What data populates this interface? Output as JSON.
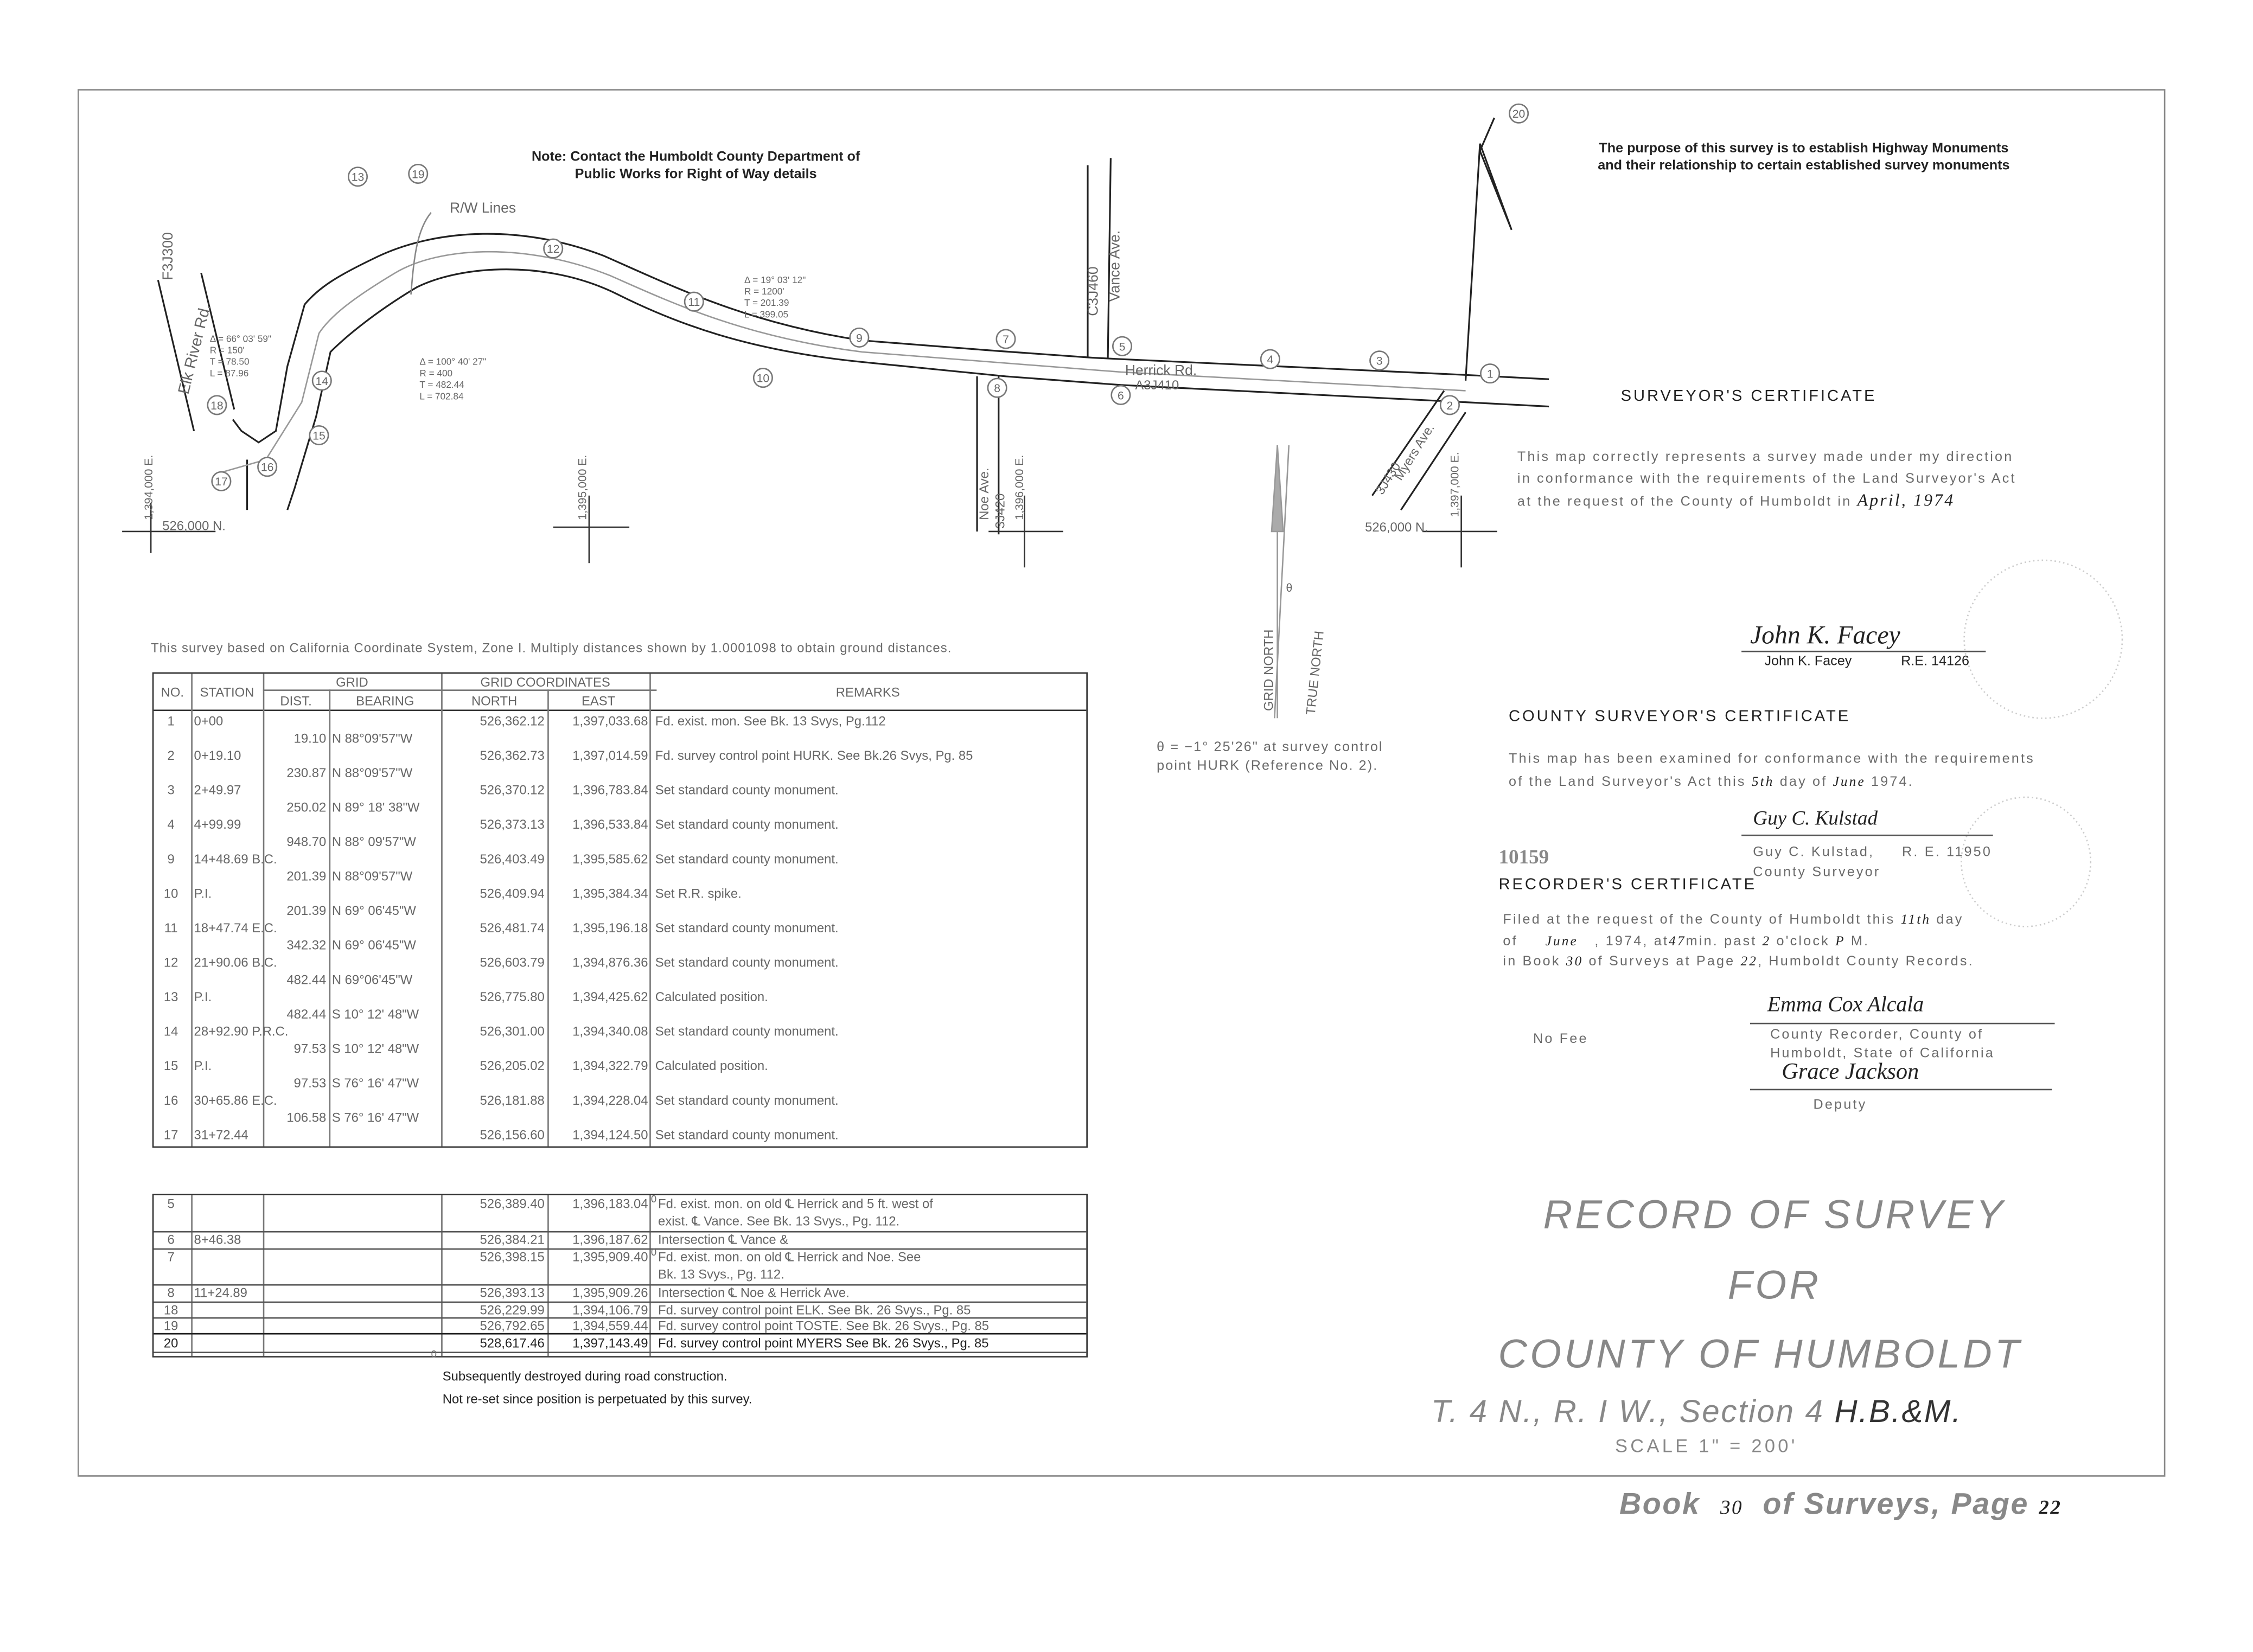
{
  "notes": {
    "row_note": [
      "Note: Contact the Humboldt County Department of",
      "Public Works for Right of Way details"
    ],
    "purpose": [
      "The purpose of this survey is to establish Highway Monuments",
      "and their relationship to certain established survey monuments"
    ],
    "basis": "This survey based on California Coordinate System, Zone I. Multiply distances shown by 1.0001098 to obtain ground distances.",
    "theta": [
      "θ = −1° 25'26\" at survey control",
      "point HURK (Reference No. 2)."
    ],
    "footnote_marker": "0",
    "footnotes": [
      "Subsequently destroyed during road construction.",
      "Not re-set since position is perpetuated by this survey."
    ]
  },
  "map": {
    "rw_lines": "R/W Lines",
    "elk_river": "Elk River Rd.",
    "elk_code": "F3J300",
    "vance": "Vance Ave.",
    "vance_code": "C3J460",
    "herrick": "Herrick Rd.",
    "herrick_code": "A3J410",
    "noe": "Noe Ave.",
    "noe_code": "3J420",
    "myers": "Myers Ave.",
    "myers_code": "3J430",
    "grid_north": "GRID NORTH",
    "true_north": "TRUE NORTH",
    "theta_symbol": "θ",
    "grid_labels": {
      "n526_left": "526,000 N.",
      "e1394": "1,394,000 E.",
      "e1395": "1,395,000 E.",
      "e1396": "1,396,000 E.",
      "e1397": "1,397,000 E.",
      "n526_right": "526,000 N."
    },
    "curves": [
      {
        "delta": "Δ = 66° 03' 59\"",
        "r": "R = 150'",
        "t": "T = 78.50",
        "l": "L = 87.96"
      },
      {
        "delta": "Δ = 100° 40' 27\"",
        "r": "R = 400",
        "t": "T = 482.44",
        "l": "L = 702.84"
      },
      {
        "delta": "Δ = 19° 03' 12\"",
        "r": "R = 1200'",
        "t": "T = 201.39",
        "l": "L = 399.05"
      }
    ],
    "monuments": [
      "1",
      "2",
      "3",
      "4",
      "5",
      "6",
      "7",
      "8",
      "9",
      "10",
      "11",
      "12",
      "13",
      "14",
      "15",
      "16",
      "17",
      "18",
      "19",
      "20"
    ]
  },
  "table1": {
    "headers": {
      "no": "NO.",
      "station": "STATION",
      "grid": "GRID",
      "dist": "DIST.",
      "bearing": "BEARING",
      "coords": "GRID COORDINATES",
      "north": "NORTH",
      "east": "EAST",
      "remarks": "REMARKS"
    },
    "stations": [
      {
        "no": "1",
        "station": "0+00",
        "north": "526,362.12",
        "east": "1,397,033.68",
        "remarks": "Fd. exist. mon.   See Bk. 13 Svys, Pg.112"
      },
      {
        "no": "2",
        "station": "0+19.10",
        "north": "526,362.73",
        "east": "1,397,014.59",
        "remarks": "Fd. survey control point HURK.  See Bk.26 Svys, Pg. 85"
      },
      {
        "no": "3",
        "station": "2+49.97",
        "north": "526,370.12",
        "east": "1,396,783.84",
        "remarks": "Set standard county monument."
      },
      {
        "no": "4",
        "station": "4+99.99",
        "north": "526,373.13",
        "east": "1,396,533.84",
        "remarks": "Set standard county monument."
      },
      {
        "no": "9",
        "station": "14+48.69 B.C.",
        "north": "526,403.49",
        "east": "1,395,585.62",
        "remarks": "Set standard county monument."
      },
      {
        "no": "10",
        "station": "P.I.",
        "north": "526,409.94",
        "east": "1,395,384.34",
        "remarks": "Set R.R. spike."
      },
      {
        "no": "11",
        "station": "18+47.74 E.C.",
        "north": "526,481.74",
        "east": "1,395,196.18",
        "remarks": "Set standard county monument."
      },
      {
        "no": "12",
        "station": "21+90.06 B.C.",
        "north": "526,603.79",
        "east": "1,394,876.36",
        "remarks": "Set standard county monument."
      },
      {
        "no": "13",
        "station": "P.I.",
        "north": "526,775.80",
        "east": "1,394,425.62",
        "remarks": "Calculated position."
      },
      {
        "no": "14",
        "station": "28+92.90 P.R.C.",
        "north": "526,301.00",
        "east": "1,394,340.08",
        "remarks": "Set standard county monument."
      },
      {
        "no": "15",
        "station": "P.I.",
        "north": "526,205.02",
        "east": "1,394,322.79",
        "remarks": "Calculated position."
      },
      {
        "no": "16",
        "station": "30+65.86 E.C.",
        "north": "526,181.88",
        "east": "1,394,228.04",
        "remarks": "Set standard county monument."
      },
      {
        "no": "17",
        "station": "31+72.44",
        "north": "526,156.60",
        "east": "1,394,124.50",
        "remarks": "Set standard county monument."
      }
    ],
    "courses": [
      {
        "dist": "19.10",
        "bearing": "N 88°09'57\"W"
      },
      {
        "dist": "230.87",
        "bearing": "N 88°09'57\"W"
      },
      {
        "dist": "250.02",
        "bearing": "N 89° 18' 38\"W"
      },
      {
        "dist": "948.70",
        "bearing": "N 88° 09'57\"W"
      },
      {
        "dist": "201.39",
        "bearing": "N 88°09'57\"W"
      },
      {
        "dist": "201.39",
        "bearing": "N 69° 06'45\"W"
      },
      {
        "dist": "342.32",
        "bearing": "N 69° 06'45\"W"
      },
      {
        "dist": "482.44",
        "bearing": "N 69°06'45\"W"
      },
      {
        "dist": "482.44",
        "bearing": "S 10° 12' 48\"W"
      },
      {
        "dist": "97.53",
        "bearing": "S 10° 12' 48\"W"
      },
      {
        "dist": "97.53",
        "bearing": "S 76° 16' 47\"W"
      },
      {
        "dist": "106.58",
        "bearing": "S 76° 16' 47\"W"
      }
    ]
  },
  "table2": {
    "rows": [
      {
        "no": "5",
        "station": "",
        "north": "526,389.40",
        "east": "1,396,183.04",
        "destroyed": true,
        "remarks": [
          "Fd. exist. mon. on old  ℄ Herrick and 5 ft. west of",
          "exist. ℄ Vance.  See Bk. 13 Svys., Pg. 112."
        ]
      },
      {
        "no": "6",
        "station": "8+46.38",
        "north": "526,384.21",
        "east": "1,396,187.62",
        "destroyed": false,
        "remarks": [
          "Intersection ℄ Vance &"
        ]
      },
      {
        "no": "7",
        "station": "",
        "north": "526,398.15",
        "east": "1,395,909.40",
        "destroyed": true,
        "remarks": [
          "Fd. exist. mon. on old  ℄ Herrick and Noe.  See",
          "Bk. 13 Svys., Pg. 112."
        ]
      },
      {
        "no": "8",
        "station": "11+24.89",
        "north": "526,393.13",
        "east": "1,395,909.26",
        "destroyed": false,
        "remarks": [
          "Intersection ℄ Noe & Herrick Ave."
        ]
      },
      {
        "no": "18",
        "station": "",
        "north": "526,229.99",
        "east": "1,394,106.79",
        "destroyed": false,
        "remarks": [
          "Fd. survey control point ELK.  See Bk. 26 Svys., Pg. 85"
        ]
      },
      {
        "no": "19",
        "station": "",
        "north": "526,792.65",
        "east": "1,394,559.44",
        "destroyed": false,
        "remarks": [
          "Fd. survey control point TOSTE. See Bk. 26 Svys., Pg. 85"
        ]
      },
      {
        "no": "20",
        "station": "",
        "north": "528,617.46",
        "east": "1,397,143.49",
        "destroyed": false,
        "remarks": [
          "Fd. survey control point MYERS  See Bk. 26 Svys., Pg. 85"
        ]
      }
    ]
  },
  "surveyor_cert": {
    "heading": "SURVEYOR'S CERTIFICATE",
    "lines": [
      "This map correctly represents a survey made under my direction",
      "in conformance with the requirements of the Land Surveyor's Act",
      "at the request of the County of Humboldt in"
    ],
    "date_hand": "April, 1974",
    "signature": "John K. Facey",
    "name": "John K. Facey",
    "reg": "R.E. 14126"
  },
  "county_cert": {
    "heading": "COUNTY SURVEYOR'S CERTIFICATE",
    "line1": "This map has been examined for conformance with the requirements",
    "line2_a": "of the Land Surveyor's Act this",
    "day_hand": "5th",
    "line2_b": "day of",
    "month_hand": "June",
    "year": "1974.",
    "signature": "Guy C. Kulstad",
    "name": "Guy C. Kulstad,",
    "reg": "R. E. 11950",
    "title": "County Surveyor"
  },
  "recorder_cert": {
    "doc_number": "10159",
    "heading": "RECORDER'S CERTIFICATE",
    "l1": "Filed at the request of the County of Humboldt this",
    "day_hand": "11th",
    "l1b": "day",
    "l2a": "of",
    "month_hand": "June",
    "l2b": ", 1974, at",
    "min_hand": "47",
    "l2c": "min. past",
    "hour_hand": "2",
    "l2d": "o'clock",
    "ampm_hand": "P",
    "l2e": "M.",
    "l3a": "in Book",
    "book_hand": "30",
    "l3b": "of Surveys at Page",
    "page_hand": "22",
    "l3c": ", Humboldt County Records.",
    "no_fee": "No Fee",
    "signature": "Emma Cox Alcala",
    "rec_title1": "County Recorder, County of",
    "rec_title2": "Humboldt, State of California",
    "deputy_signature": "Grace Jackson",
    "deputy": "Deputy"
  },
  "title_block": {
    "line1": "RECORD OF SURVEY",
    "line2": "FOR",
    "line3": "COUNTY OF HUMBOLDT",
    "line4": "T. 4 N., R. I W., Section 4",
    "meridian": "H.B.&M.",
    "scale": "SCALE  1\" = 200'",
    "book_label": "Book",
    "book_hand": "30",
    "of_surveys": "of Surveys, Page",
    "page_hand": "22"
  }
}
